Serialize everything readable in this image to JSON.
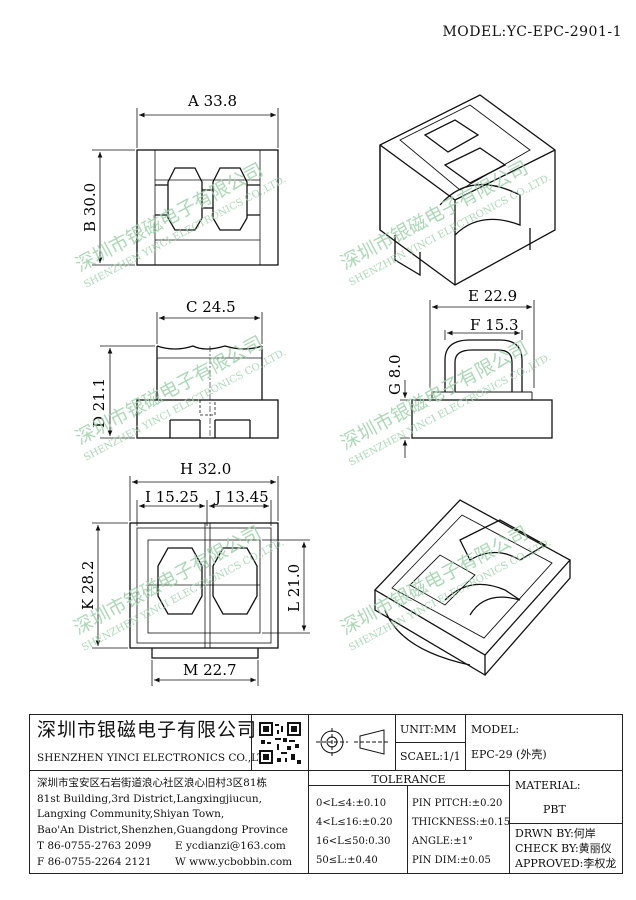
{
  "model_label": "MODEL:YC-EPC-2901-1",
  "dims": {
    "a": "A 33.8",
    "b": "B 30.0",
    "c": "C 24.5",
    "d": "D 21.1",
    "e": "E 22.9",
    "f": "F 15.3",
    "g": "G 8.0",
    "h": "H 32.0",
    "i": "I 15.25",
    "j": "J 13.45",
    "k": "K 28.2",
    "l": "L 21.0",
    "m": "M 22.7"
  },
  "watermark": {
    "cn": "深圳市银磁电子有限公司",
    "en": "SHENZHEN YINCI ELECTRONICS CO.,LTD."
  },
  "colors": {
    "line": "#111111",
    "watermark": "#9fd1ab"
  },
  "title_block": {
    "company_cn": "深圳市银磁电子有限公司",
    "company_en": "SHENZHEN YINCI ELECTRONICS CO.,LTD.",
    "address_lines": [
      "深圳市宝安区石岩街道浪心社区浪心旧村3区81栋",
      "81st Building,3rd District,Langxingjiucun,",
      "Langxing Community,Shiyan Town,",
      "Bao'An District,Shenzhen,Guangdong Province"
    ],
    "phone": "T 86-0755-2763 2099",
    "email": "E ycdianzi@163.com",
    "fax": "F 86-0755-2264 2121",
    "website": "W www.ycbobbin.com",
    "unit": "UNIT:MM",
    "scale": "SCAEL:1/1",
    "model_label": "MODEL:",
    "model_value": "EPC-29 (外壳)",
    "tolerance_title": "TOLERANCE",
    "tolerance_rows": [
      "0<L≤4:±0.10",
      "4<L≤16:±0.20",
      "16<L≤50:0.30",
      "50≤L:±0.40"
    ],
    "pin_rows": [
      "PIN PITCH:±0.20",
      "THICKNESS:±0.15",
      "ANGLE:±1°",
      "PIN DIM:±0.05"
    ],
    "material_label": "MATERIAL:",
    "material_value": "PBT",
    "drawn_by": "DRWN BY:何岸",
    "check_by": "CHECK BY:黄丽仪",
    "approved": "APPROVED:李权龙"
  }
}
